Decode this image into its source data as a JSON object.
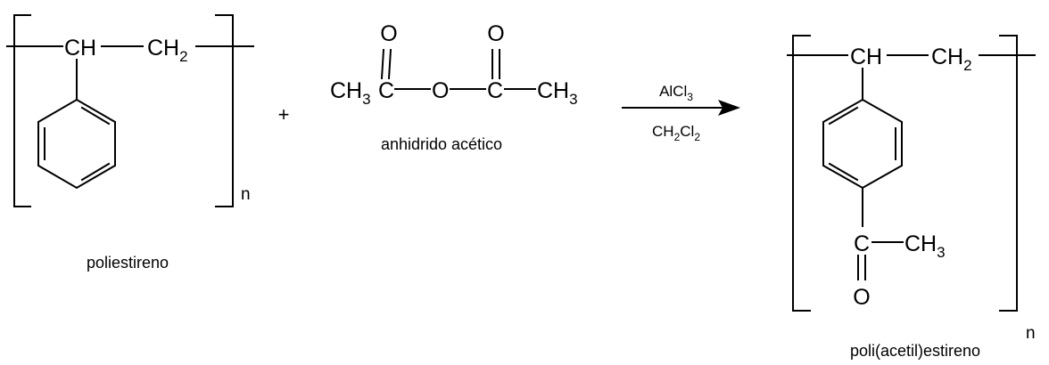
{
  "reactant_polymer": {
    "ch": "CH",
    "ch2": "CH",
    "ch2_sub": "2",
    "repeat": "n",
    "name": "poliestireno"
  },
  "plus": "+",
  "anhydride": {
    "o_left": "O",
    "o_right": "O",
    "ch3_left": "CH",
    "ch3_left_sub": "3",
    "c_left": "C",
    "o_bridge": "O",
    "c_right": "C",
    "ch3_right": "CH",
    "ch3_right_sub": "3",
    "name": "anhidrido acético"
  },
  "conditions": {
    "catalyst": "AlCl",
    "catalyst_sub": "3",
    "solvent_a": "CH",
    "solvent_a_sub": "2",
    "solvent_b": "Cl",
    "solvent_b_sub": "2"
  },
  "product_polymer": {
    "ch": "CH",
    "ch2": "CH",
    "ch2_sub": "2",
    "c": "C",
    "ch3": "CH",
    "ch3_sub": "3",
    "o": "O",
    "repeat": "n",
    "name": "poli(acetil)estireno"
  }
}
